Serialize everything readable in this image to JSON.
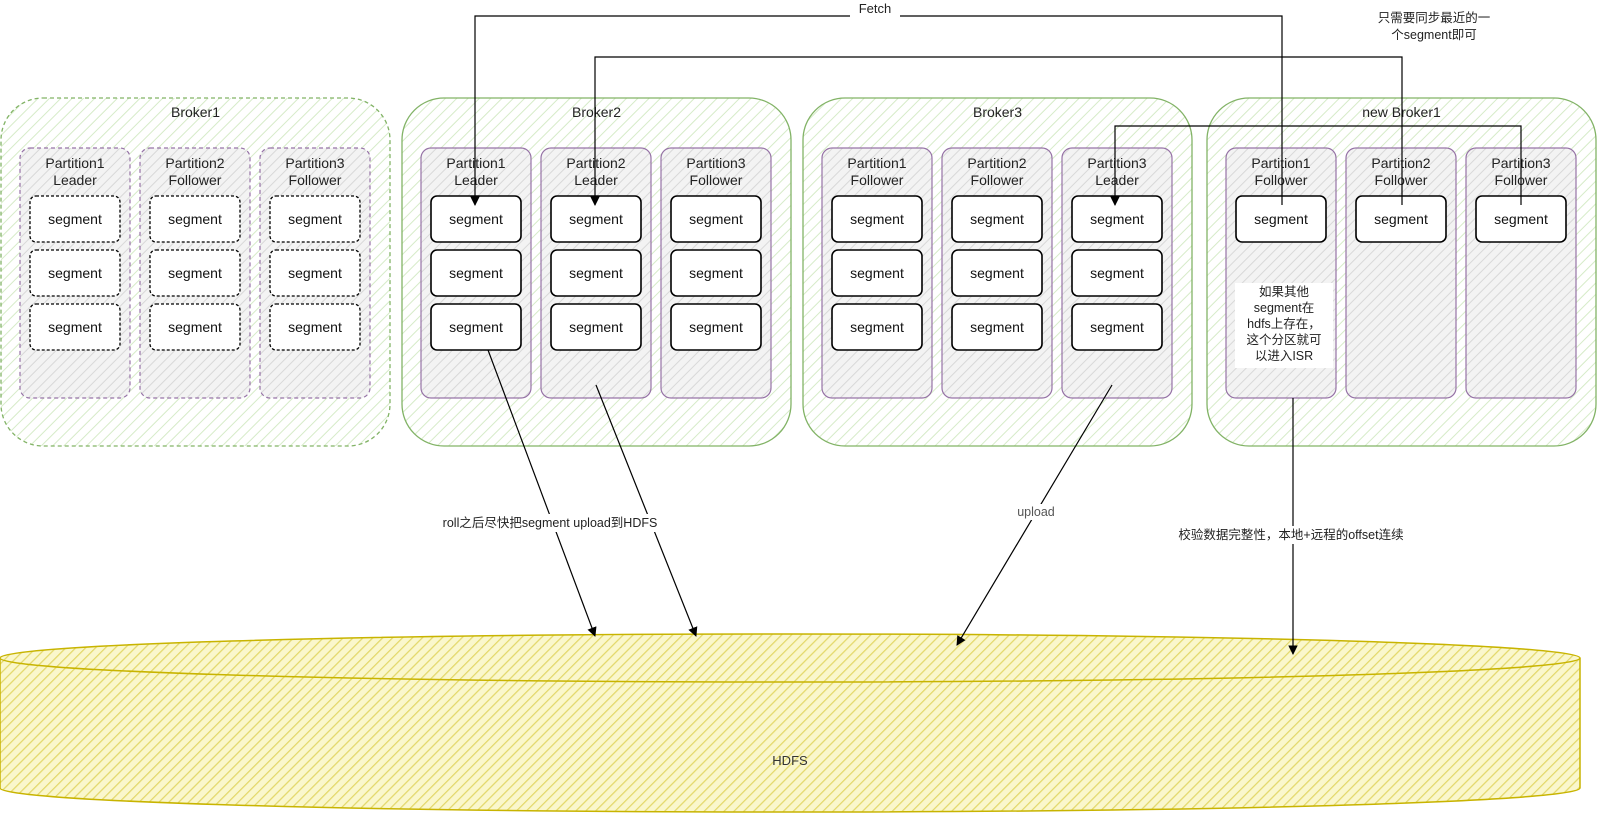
{
  "fetch_label": "Fetch",
  "note_top_right": [
    "只需要同步最近的一",
    "个segment即可"
  ],
  "upload_note": "roll之后尽快把segment upload到HDFS",
  "upload_label": "upload",
  "verify_note": "校验数据完整性，本地+远程的offset连续",
  "isr_note": [
    "如果其他",
    "segment在",
    "hdfs上存在，",
    "这个分区就可",
    "以进入ISR"
  ],
  "hdfs_label": "HDFS",
  "segment_label": "segment",
  "brokers": [
    {
      "title": "Broker1",
      "style": "dashed",
      "partitions": [
        {
          "name": "Partition1",
          "role": "Leader",
          "segments": 3
        },
        {
          "name": "Partition2",
          "role": "Follower",
          "segments": 3
        },
        {
          "name": "Partition3",
          "role": "Follower",
          "segments": 3
        }
      ]
    },
    {
      "title": "Broker2",
      "style": "solid",
      "partitions": [
        {
          "name": "Partition1",
          "role": "Leader",
          "segments": 3
        },
        {
          "name": "Partition2",
          "role": "Leader",
          "segments": 3
        },
        {
          "name": "Partition3",
          "role": "Follower",
          "segments": 3
        }
      ]
    },
    {
      "title": "Broker3",
      "style": "solid",
      "partitions": [
        {
          "name": "Partition1",
          "role": "Follower",
          "segments": 3
        },
        {
          "name": "Partition2",
          "role": "Follower",
          "segments": 3
        },
        {
          "name": "Partition3",
          "role": "Leader",
          "segments": 3
        }
      ]
    },
    {
      "title": "new  Broker1",
      "style": "solid",
      "partitions": [
        {
          "name": "Partition1",
          "role": "Follower",
          "segments": 1
        },
        {
          "name": "Partition2",
          "role": "Follower",
          "segments": 1
        },
        {
          "name": "Partition3",
          "role": "Follower",
          "segments": 1
        }
      ]
    }
  ],
  "colors": {
    "broker_fill": "#e6f3dd",
    "broker_stroke": "#82b366",
    "partition_fill": "#e4e4e4",
    "partition_stroke": "#9673a6",
    "hdfs_fill": "#f2ec9e",
    "hdfs_stroke": "#c8b400",
    "line": "#000000"
  }
}
